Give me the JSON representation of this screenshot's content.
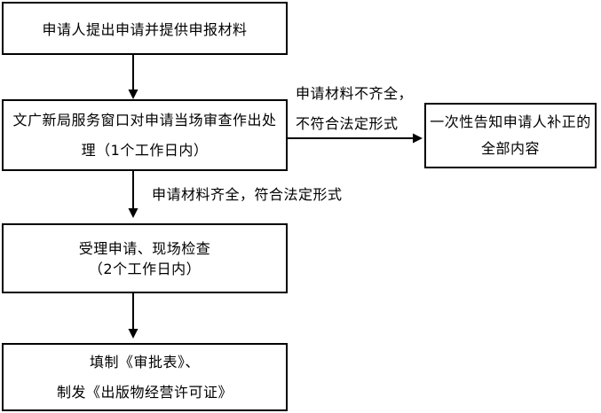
{
  "flow": {
    "box_apply": {
      "lines": [
        "申请人提出申请并提供申报材料"
      ]
    },
    "box_review": {
      "lines": [
        "文广新局服务窗口对申请当场审查作出处",
        "理（1个工作日内）"
      ]
    },
    "box_notify": {
      "lines": [
        "一次性告知申请人补正的",
        "全部内容"
      ]
    },
    "box_accept": {
      "lines": [
        "受理申请、现场检查",
        "（2个工作日内）"
      ]
    },
    "box_issue": {
      "lines": [
        "填制《审批表》、",
        "制发《出版物经营许可证》"
      ]
    },
    "label_incomplete": {
      "lines": [
        "申请材料不齐全，",
        "不符合法定形式"
      ]
    },
    "label_complete": "申请材料齐全，符合法定形式"
  },
  "colors": {
    "line": "#000000",
    "text": "#000000",
    "background": "#ffffff"
  }
}
